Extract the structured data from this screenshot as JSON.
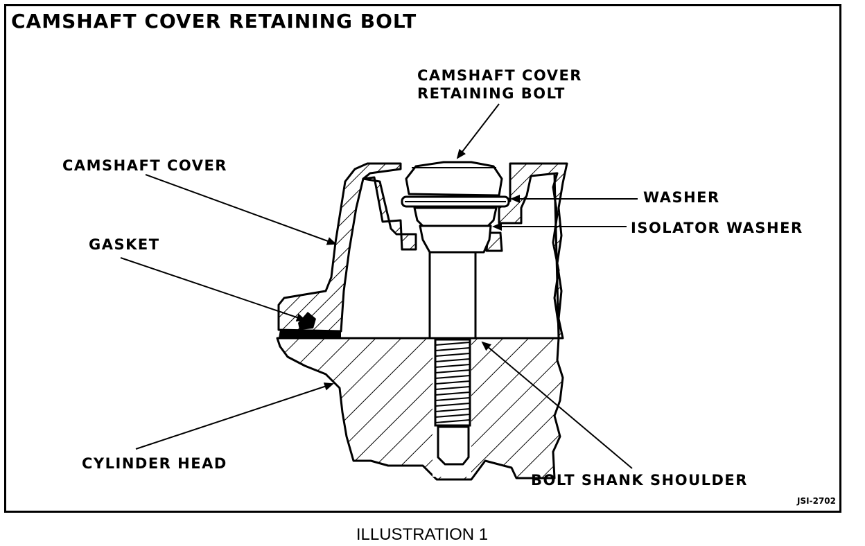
{
  "title": "CAMSHAFT COVER RETAINING BOLT",
  "labels": {
    "bolt_line1": "CAMSHAFT COVER",
    "bolt_line2": "RETAINING BOLT",
    "camshaft_cover": "CAMSHAFT COVER",
    "gasket": "GASKET",
    "washer": "WASHER",
    "isolator_washer": "ISOLATOR WASHER",
    "cylinder_head": "CYLINDER HEAD",
    "bolt_shank_shoulder": "BOLT SHANK SHOULDER"
  },
  "figure_code": "JSI-2702",
  "caption": "ILLUSTRATION 1"
}
